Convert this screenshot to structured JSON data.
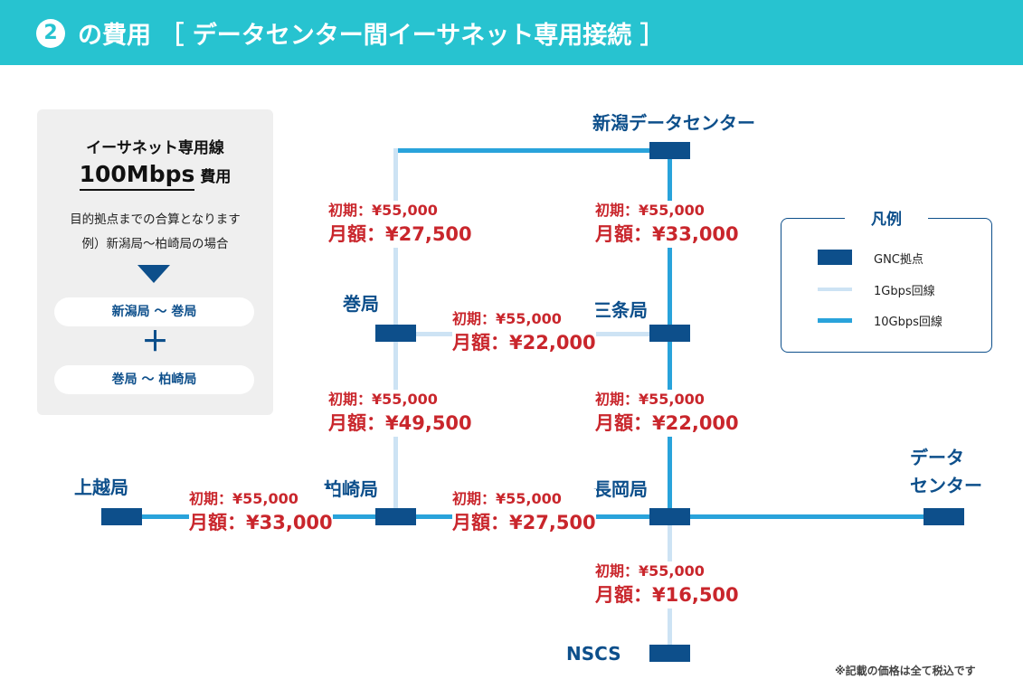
{
  "header": {
    "number": "2",
    "title": "の費用 ［ データセンター間イーサネット専用接続 ］"
  },
  "info": {
    "line1": "イーサネット専用線",
    "speed": "100Mbps",
    "cost_label": "費用",
    "note1": "目的拠点までの合算となります",
    "note2": "例）新潟局～柏崎局の場合",
    "route1": "新潟局 ～ 巻局",
    "plus": "＋",
    "route2": "巻局 ～ 柏崎局"
  },
  "stations": {
    "niigata_dc": "新潟データセンター",
    "maki": "巻局",
    "sanjo": "三条局",
    "joetsu": "上越局",
    "kashiwazaki": "柏崎局",
    "nagaoka": "長岡局",
    "dc_right_1": "データ",
    "dc_right_2": "センター",
    "nscs": "NSCS"
  },
  "fees": {
    "niigata_maki": {
      "initial": "初期：¥55,000",
      "monthly": "月額：¥27,500"
    },
    "niigata_sanjo": {
      "initial": "初期：¥55,000",
      "monthly": "月額：¥33,000"
    },
    "maki_sanjo": {
      "initial": "初期：¥55,000",
      "monthly": "月額：¥22,000"
    },
    "maki_kashiwazaki": {
      "initial": "初期：¥55,000",
      "monthly": "月額：¥49,500"
    },
    "sanjo_nagaoka": {
      "initial": "初期：¥55,000",
      "monthly": "月額：¥22,000"
    },
    "joetsu_kashiwazaki": {
      "initial": "初期：¥55,000",
      "monthly": "月額：¥33,000"
    },
    "kashiwazaki_nagaoka": {
      "initial": "初期：¥55,000",
      "monthly": "月額：¥27,500"
    },
    "nagaoka_nscs": {
      "initial": "初期：¥55,000",
      "monthly": "月額：¥16,500"
    }
  },
  "legend": {
    "title": "凡例",
    "gnc": "GNC拠点",
    "line1g": "1Gbps回線",
    "line10g": "10Gbps回線"
  },
  "colors": {
    "accent": "#27c3d0",
    "node": "#0d4f8b",
    "line10g": "#29a3db",
    "line1g": "#cde3f4",
    "fee": "#c9262c"
  },
  "footer": "※記載の価格は全て税込です"
}
